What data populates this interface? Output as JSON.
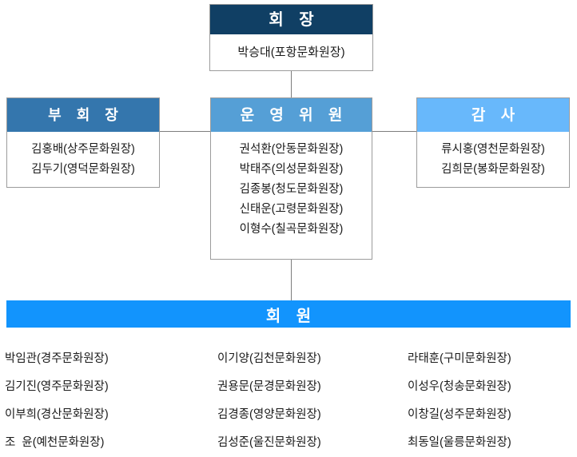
{
  "chart_title": "",
  "colors": {
    "chairman_header": "#103f64",
    "vice_header": "#3476ad",
    "steering_header": "#559fd6",
    "auditor_header": "#68b8fb",
    "members_banner": "#1294fd",
    "connector_line": "#7d7d7d",
    "box_border": "#9c9c9c",
    "text": "#1a1a1a",
    "header_text": "#ffffff"
  },
  "nodes": {
    "chairman": {
      "title": "회  장",
      "people": [
        "박승대(포항문화원장)"
      ]
    },
    "vice_chairman": {
      "title": "부 회 장",
      "people": [
        "김홍배(상주문화원장)",
        "김두기(영덕문화원장)"
      ]
    },
    "steering_committee": {
      "title": "운 영 위 원",
      "people": [
        "권석환(안동문화원장)",
        "박태주(의성문화원장)",
        "김종봉(청도문화원장)",
        "신태운(고령문화원장)",
        "이형수(칠곡문화원장)"
      ]
    },
    "auditor": {
      "title": "감  사",
      "people": [
        "류시홍(영천문화원장)",
        "김희문(봉화문화원장)"
      ]
    }
  },
  "members": {
    "banner_title": "회  원",
    "rows": [
      [
        "박임관(경주문화원장)",
        "이기양(김천문화원장)",
        "라태훈(구미문화원장)"
      ],
      [
        "김기진(영주문화원장)",
        "권용문(문경문화원장)",
        "이성우(청송문화원장)"
      ],
      [
        "이부희(경산문화원장)",
        "김경종(영양문화원장)",
        "이창길(성주문화원장)"
      ],
      [
        "조  윤(예천문화원장)",
        "김성준(울진문화원장)",
        "최동일(울릉문화원장)"
      ]
    ]
  }
}
